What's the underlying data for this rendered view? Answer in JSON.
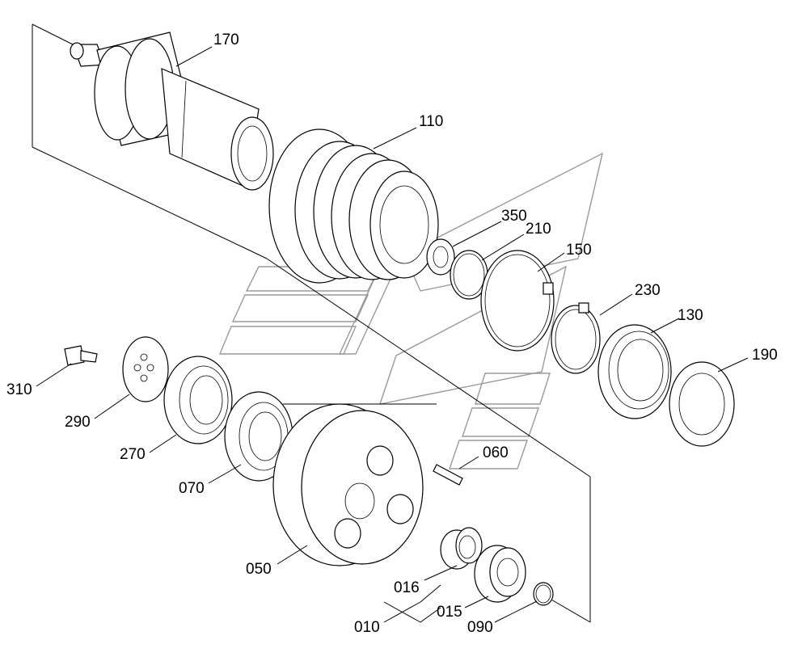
{
  "callouts": {
    "p170": "170",
    "p110": "110",
    "p350": "350",
    "p210": "210",
    "p150": "150",
    "p230": "230",
    "p130": "130",
    "p190": "190",
    "p310": "310",
    "p290": "290",
    "p270": "270",
    "p070": "070",
    "p060": "060",
    "p050": "050",
    "p016": "016",
    "p015": "015",
    "p010": "010",
    "p090": "090"
  },
  "colors": {
    "line": "#000000",
    "watermark": "#9a9a9a",
    "background": "#ffffff"
  }
}
